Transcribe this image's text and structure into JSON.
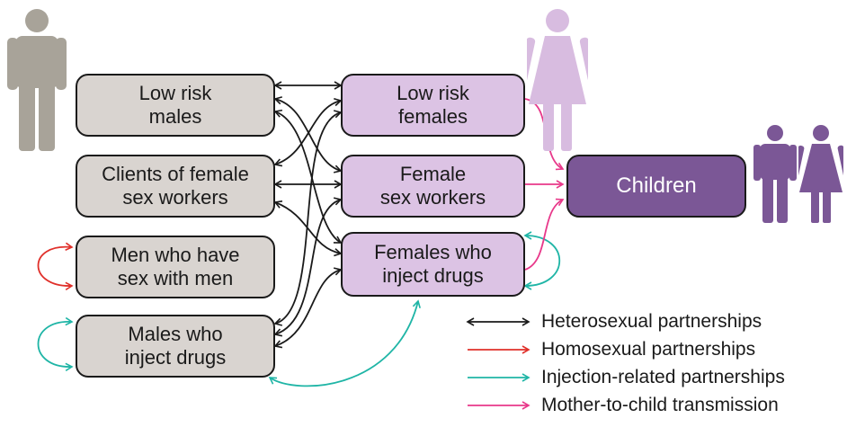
{
  "colors": {
    "male_fill": "#d9d4d0",
    "male_figure": "#a8a399",
    "female_fill": "#dcc3e4",
    "female_figure": "#d8bce0",
    "child_fill": "#7b5796",
    "child_figure": "#7b5796",
    "heterosexual": "#1a1a1a",
    "homosexual": "#e0302a",
    "injection": "#1fb5a6",
    "mother_to_child": "#e8388a"
  },
  "nodes": {
    "low_risk_males": "Low risk\nmales",
    "clients": "Clients of female\nsex workers",
    "msm": "Men who have\nsex with men",
    "male_pwid": "Males who\ninject drugs",
    "low_risk_females": "Low risk\nfemales",
    "fsw": "Female\nsex workers",
    "female_pwid": "Females who\ninject drugs",
    "children": "Children"
  },
  "legend": {
    "heterosexual": "Heterosexual partnerships",
    "homosexual": "Homosexual partnerships",
    "injection": "Injection-related partnerships",
    "mother_to_child": "Mother-to-child transmission"
  },
  "icons": [
    "male-figure-icon",
    "female-figure-icon",
    "child-male-figure-icon",
    "child-female-figure-icon"
  ]
}
